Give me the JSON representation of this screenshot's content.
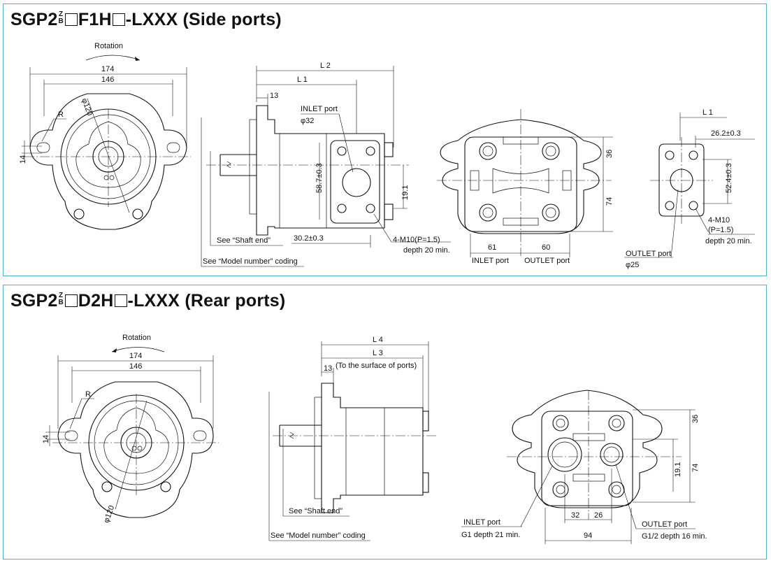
{
  "side_ports": {
    "title_prefix": "SGP2",
    "title_sup": "Z",
    "title_sub": "B",
    "title_mid": "F1H",
    "title_suffix": "-LXXX (Side ports)",
    "rotation": "Rotation",
    "dim_174": "174",
    "dim_146": "146",
    "dim_phi120": "φ120",
    "dim_R": "R",
    "dim_14": "14",
    "dim_L2": "L 2",
    "dim_L1": "L 1",
    "dim_13": "13",
    "inlet_port": "INLET port",
    "inlet_dia": "φ32",
    "dim_58_7": "58.7±0.3",
    "dim_19_1": "19.1",
    "dim_30_2": "30.2±0.3",
    "shaft_end": "See “Shaft end”",
    "model_coding": "See “Model number” coding",
    "thread": "4-M10(P=1.5)",
    "depth": "depth 20 min.",
    "dim_36": "36",
    "dim_74": "74",
    "dim_61": "61",
    "dim_60": "60",
    "inlet_label": "INLET port",
    "outlet_label": "OUTLET port",
    "flange_L1": "L 1",
    "dim_26_2": "26.2±0.3",
    "dim_52_4": "52.4±0.3",
    "flange_thread": "4-M10",
    "flange_pitch": "(P=1.5)",
    "flange_depth": "depth 20 min.",
    "outlet_port": "OUTLET port",
    "outlet_dia": "φ25"
  },
  "rear_ports": {
    "title_prefix": "SGP2",
    "title_sup": "Z",
    "title_sub": "B",
    "title_mid": "D2H",
    "title_suffix": "-LXXX (Rear ports)",
    "rotation": "Rotation",
    "dim_174": "174",
    "dim_146": "146",
    "dim_R": "R",
    "dim_14": "14",
    "dim_phi120": "φ120",
    "dim_L4": "L 4",
    "dim_L3": "L 3",
    "dim_13": "13",
    "surface_note": "(To the surface of ports)",
    "shaft_end": "See “Shaft end”",
    "model_coding": "See “Model number” coding",
    "dim_36": "36",
    "dim_19_1": "19.1",
    "dim_74": "74",
    "dim_32": "32",
    "dim_26": "26",
    "dim_94": "94",
    "inlet_port": "INLET port",
    "inlet_thread": "G1 depth 21 min.",
    "outlet_port": "OUTLET port",
    "outlet_thread": "G1/2 depth 16 min."
  }
}
